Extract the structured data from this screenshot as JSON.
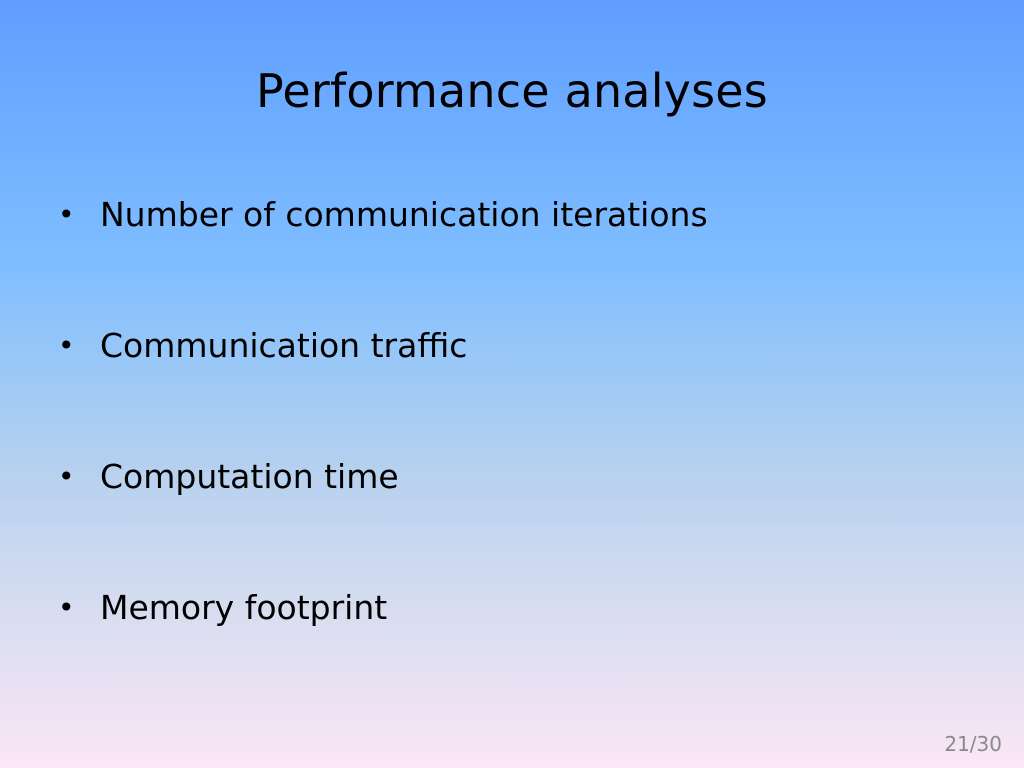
{
  "slide": {
    "title": "Performance analyses",
    "bullets": [
      "Number of communication iterations",
      "Communication traffic",
      "Computation time",
      "Memory footprint"
    ],
    "bullet_symbol": "•",
    "page_number": "21/30"
  }
}
